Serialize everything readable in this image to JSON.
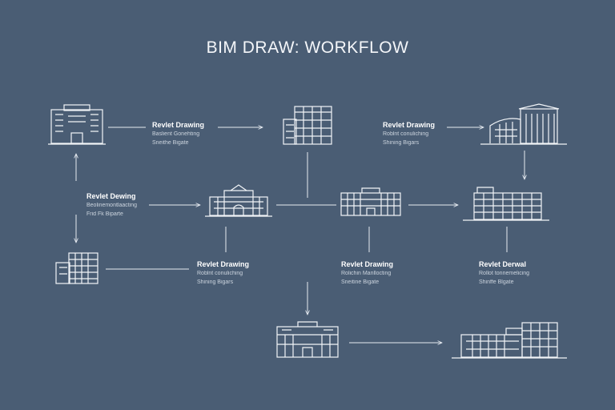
{
  "title": "BIM DRAW: WORKFLOW",
  "colors": {
    "background": "#4a5d74",
    "line": "#e6ebf1"
  },
  "labels": [
    {
      "heading": "Revlet Drawing",
      "line1": "Baslient Gonehting",
      "line2": "Sneithe Bigate"
    },
    {
      "heading": "Revlet Dewing",
      "line1": "Beolinemontlaacting",
      "line2": "Frid Fk Biparte"
    },
    {
      "heading": "Revlet Drawing",
      "line1": "Roblnt conuliching",
      "line2": "Shining Bigars"
    },
    {
      "heading": "Revlet Drawing",
      "line1": "Rolichin Manllocting",
      "line2": "Sneitine Bigate"
    },
    {
      "heading": "Revlet Derwal",
      "line1": "Rollot tonnemelicing",
      "line2": "Shinffe Blgate"
    }
  ],
  "icons": [
    "office-building-icon",
    "apartment-building-icon",
    "warehouse-building-icon",
    "civic-building-icon",
    "townhouse-building-icon",
    "office-block-icon",
    "small-building-icon",
    "hall-building-icon",
    "industrial-building-icon"
  ]
}
